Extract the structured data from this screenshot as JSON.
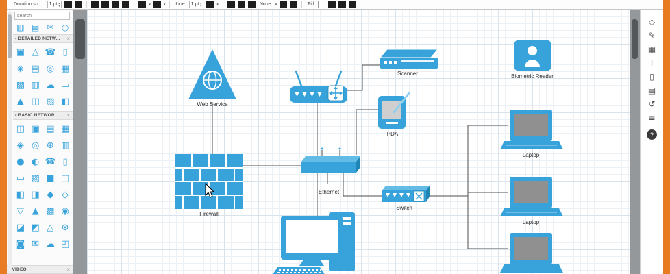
{
  "colors": {
    "accent_orange": "#e97b22",
    "shape_blue": "#38a3db",
    "shape_blue_dark": "#1f85b5",
    "shape_blue_light": "#63bce6"
  },
  "toolbar": {
    "document_title": "Duration sh...",
    "stroke_width": "1 pt",
    "line_label": "Line",
    "line_width": "1 pt",
    "none_label": "None",
    "fill_label": "Fill"
  },
  "ui": {
    "collapse_glyph": "▾",
    "expand_glyph": "▸",
    "close_glyph": "×",
    "dropdown_glyph": "▾",
    "spin_up": "▴",
    "spin_down": "▾"
  },
  "sidebar": {
    "search_placeholder": "search",
    "sections": [
      {
        "title": "",
        "shapes": [
          {
            "name": "server",
            "glyph": "▥"
          },
          {
            "name": "printer",
            "glyph": "▤"
          },
          {
            "name": "mail-server",
            "glyph": "✉"
          },
          {
            "name": "camera",
            "glyph": "◎"
          }
        ]
      },
      {
        "title": "DETAILED NETW...",
        "shapes": [
          {
            "name": "web-server",
            "glyph": "▣"
          },
          {
            "name": "terminal",
            "glyph": "△"
          },
          {
            "name": "ip-phone",
            "glyph": "☎"
          },
          {
            "name": "pda",
            "glyph": "▯"
          },
          {
            "name": "router",
            "glyph": "◈"
          },
          {
            "name": "switch",
            "glyph": "▤"
          },
          {
            "name": "hub",
            "glyph": "◎"
          },
          {
            "name": "gateway",
            "glyph": "▦"
          },
          {
            "name": "firewall",
            "glyph": "▩"
          },
          {
            "name": "server",
            "glyph": "▥"
          },
          {
            "name": "cloud",
            "glyph": "☁"
          },
          {
            "name": "modem",
            "glyph": "▭"
          },
          {
            "name": "antenna",
            "glyph": "▲"
          },
          {
            "name": "tablet",
            "glyph": "◫"
          },
          {
            "name": "rack",
            "glyph": "▨"
          },
          {
            "name": "storage",
            "glyph": "◧"
          }
        ]
      },
      {
        "title": "BASIC NETWOR...",
        "shapes": [
          {
            "name": "laptop",
            "glyph": "◫"
          },
          {
            "name": "desktop",
            "glyph": "▣"
          },
          {
            "name": "printer",
            "glyph": "▤"
          },
          {
            "name": "scanner",
            "glyph": "▦"
          },
          {
            "name": "wireless-router",
            "glyph": "◈"
          },
          {
            "name": "access-point",
            "glyph": "◎"
          },
          {
            "name": "repeater",
            "glyph": "⊕"
          },
          {
            "name": "bridge",
            "glyph": "▥"
          },
          {
            "name": "user",
            "glyph": "●"
          },
          {
            "name": "users",
            "glyph": "◐"
          },
          {
            "name": "phone",
            "glyph": "☎"
          },
          {
            "name": "smartphone",
            "glyph": "▯"
          },
          {
            "name": "modem",
            "glyph": "▭"
          },
          {
            "name": "server",
            "glyph": "▨"
          },
          {
            "name": "mainframe",
            "glyph": "■"
          },
          {
            "name": "terminal",
            "glyph": "□"
          },
          {
            "name": "nas",
            "glyph": "◧"
          },
          {
            "name": "san",
            "glyph": "◨"
          },
          {
            "name": "hub",
            "glyph": "◆"
          },
          {
            "name": "gateway",
            "glyph": "◇"
          },
          {
            "name": "satellite",
            "glyph": "▽"
          },
          {
            "name": "antenna",
            "glyph": "▲"
          },
          {
            "name": "firewall",
            "glyph": "▩"
          },
          {
            "name": "camera",
            "glyph": "◉"
          },
          {
            "name": "ups",
            "glyph": "◪"
          },
          {
            "name": "rack",
            "glyph": "◩"
          },
          {
            "name": "tower",
            "glyph": "△"
          },
          {
            "name": "router",
            "glyph": "⊗"
          },
          {
            "name": "lock",
            "glyph": "◙"
          },
          {
            "name": "mail",
            "glyph": "✉"
          },
          {
            "name": "cloud-server",
            "glyph": "☁"
          },
          {
            "name": "display",
            "glyph": "◰"
          }
        ]
      },
      {
        "title": "VIDEO",
        "shapes": []
      }
    ]
  },
  "canvas": {
    "nodes": {
      "web_service": {
        "label": "Web Service"
      },
      "scanner": {
        "label": "Scanner"
      },
      "pda": {
        "label": "PDA"
      },
      "biometric_reader": {
        "label": "Biometric Reader"
      },
      "firewall": {
        "label": "Firewall"
      },
      "ethernet": {
        "label": "Ethernet"
      },
      "switch": {
        "label": "Switch"
      },
      "laptop1": {
        "label": "Laptop"
      },
      "laptop2": {
        "label": "Laptop"
      }
    }
  },
  "right_toolbar": {
    "icons": [
      {
        "name": "shapes",
        "glyph": "◇"
      },
      {
        "name": "freehand",
        "glyph": "✎"
      },
      {
        "name": "insert-image",
        "glyph": "▦"
      },
      {
        "name": "insert-text",
        "glyph": "T"
      },
      {
        "name": "page",
        "glyph": "▯"
      },
      {
        "name": "outline",
        "glyph": "▤"
      },
      {
        "name": "undo-history",
        "glyph": "↺"
      },
      {
        "name": "layers",
        "glyph": "≡"
      }
    ],
    "help_label": "?"
  }
}
